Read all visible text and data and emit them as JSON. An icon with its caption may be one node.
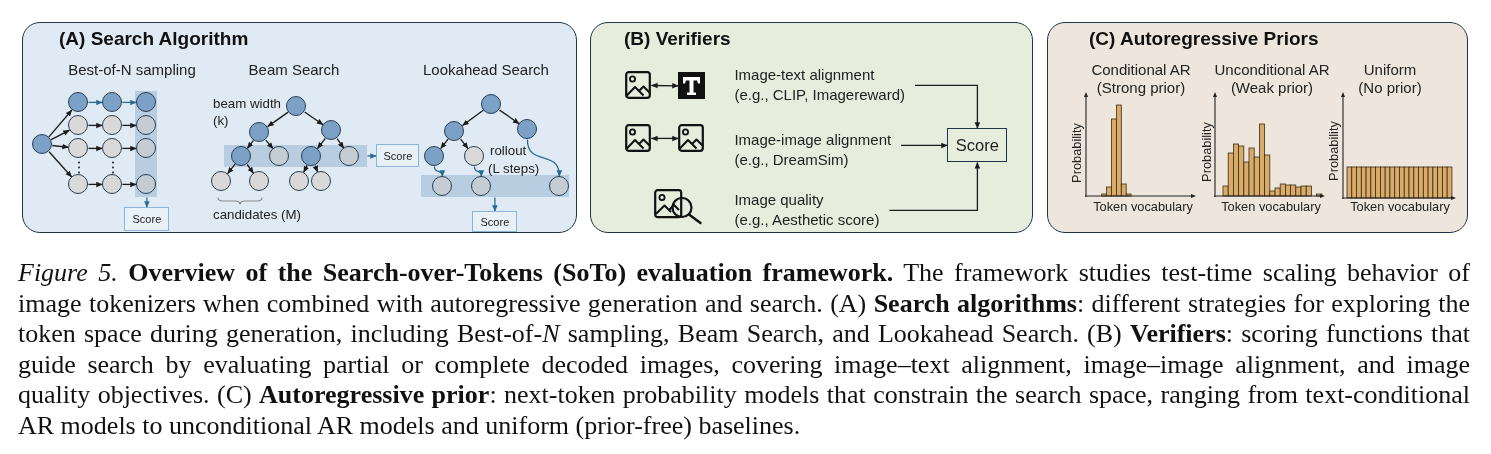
{
  "diagram": {
    "caption": "*Figure 5.* **Overview of the Search-over-Tokens (SoTo) evaluation framework.** The framework studies test-time scaling behavior of image tokenizers when combined with autoregressive generation and search. (A) **Search algorithms**: different strategies for exploring the token space during generation, including Best-of-*N* sampling, Beam Search, and Lookahead Search. (B) **Verifiers**: scoring functions that guide search by evaluating partial or complete decoded images, covering image–text alignment, image–image alignment, and image quality objectives. (C) **Autoregressive prior**: next-token probability models that constrain the search space, ranging from text-conditional AR models to unconditional AR models and uniform (prior-free) baselines.",
    "nodes": [
      {
        "text": [
          "(A) Search Algorithm"
        ]
      },
      {
        "text": [],
        "shape": "circle",
        "in": 0
      },
      {
        "text": [],
        "shape": "circle",
        "in": 0
      },
      {
        "text": [],
        "shape": "circle",
        "in": 0
      },
      {
        "text": [],
        "shape": "circle",
        "in": 0
      },
      {
        "text": [],
        "shape": "circle",
        "in": 0
      },
      {
        "text": [],
        "shape": "circle",
        "in": 0
      },
      {
        "text": [],
        "shape": "circle",
        "in": 0
      },
      {
        "text": [],
        "shape": "circle",
        "in": 0
      },
      {
        "text": [],
        "shape": "circle",
        "in": 0
      },
      {
        "text": [],
        "shape": "bar",
        "in": 0
      },
      {
        "text": [],
        "shape": "circle",
        "in": 10
      },
      {
        "text": [],
        "shape": "circle",
        "in": 10
      },
      {
        "text": [],
        "shape": "circle",
        "in": 10
      },
      {
        "text": [],
        "shape": "circle",
        "in": 10
      },
      {
        "text": [
          "Score"
        ],
        "in": 0
      },
      {
        "text": [],
        "shape": "circle",
        "in": 0
      },
      {
        "text": [],
        "shape": "circle",
        "in": 0
      },
      {
        "text": [],
        "shape": "circle",
        "in": 0
      },
      {
        "text": [],
        "shape": "bar",
        "in": 0
      },
      {
        "text": [],
        "shape": "circle",
        "in": 19
      },
      {
        "text": [],
        "shape": "circle",
        "in": 19
      },
      {
        "text": [],
        "shape": "circle",
        "in": 19
      },
      {
        "text": [],
        "shape": "circle",
        "in": 19
      },
      {
        "text": [],
        "shape": "circle",
        "in": 0
      },
      {
        "text": [],
        "shape": "circle",
        "in": 0
      },
      {
        "text": [],
        "shape": "circle",
        "in": 0
      },
      {
        "text": [],
        "shape": "circle",
        "in": 0
      },
      {
        "text": [
          "Score"
        ],
        "in": 0
      },
      {
        "text": [],
        "shape": "circle",
        "in": 0
      },
      {
        "text": [],
        "shape": "circle",
        "in": 0
      },
      {
        "text": [],
        "shape": "circle",
        "in": 0
      },
      {
        "text": [],
        "shape": "circle",
        "in": 0
      },
      {
        "text": [],
        "shape": "circle",
        "in": 0
      },
      {
        "text": [],
        "shape": "bar",
        "in": 0
      },
      {
        "text": [],
        "shape": "circle",
        "in": 34
      },
      {
        "text": [],
        "shape": "circle",
        "in": 34
      },
      {
        "text": [],
        "shape": "circle",
        "in": 34
      },
      {
        "text": [
          "Score"
        ],
        "in": 0
      },
      {
        "text": [
          "(B) Verifiers"
        ]
      },
      {
        "text": [],
        "shape": "picture",
        "in": 39
      },
      {
        "text": [],
        "shape": "picture",
        "in": 39
      },
      {
        "text": [
          "Image-text alignment",
          "(e.g., CLIP, Imagereward)"
        ],
        "in": 39
      },
      {
        "text": [],
        "shape": "picture",
        "in": 39
      },
      {
        "text": [],
        "shape": "picture",
        "in": 39
      },
      {
        "text": [
          "Image-image alignment",
          "(e.g., DreamSim)"
        ],
        "in": 39
      },
      {
        "text": [
          "Image quality",
          "(e.g., Aesthetic score)"
        ],
        "in": 39
      },
      {
        "text": [
          "Score"
        ],
        "in": 39
      },
      {
        "text": [
          "(C) Autoregressive Priors"
        ]
      }
    ],
    "edges": [
      {
        "from": 1,
        "to": 2,
        "arrow": "to"
      },
      {
        "from": 1,
        "to": 3,
        "arrow": "to"
      },
      {
        "from": 1,
        "to": 4,
        "arrow": "to"
      },
      {
        "from": 1,
        "to": 5,
        "arrow": "to"
      },
      {
        "from": 2,
        "to": 6,
        "arrow": "to",
        "color": "#2a6b96"
      },
      {
        "from": 6,
        "to": 11,
        "arrow": "to",
        "color": "#2a6b96"
      },
      {
        "from": 3,
        "to": 7,
        "arrow": "to"
      },
      {
        "from": 7,
        "to": 12,
        "arrow": "to"
      },
      {
        "from": 4,
        "to": 8,
        "arrow": "to"
      },
      {
        "from": 8,
        "to": 13,
        "arrow": "to"
      },
      {
        "from": 5,
        "to": 9,
        "arrow": "to"
      },
      {
        "from": 9,
        "to": 14,
        "arrow": "to"
      },
      {
        "from": 10,
        "to": 15,
        "arrow": "to",
        "color": "#2a6b96"
      },
      {
        "from": 16,
        "to": 17,
        "arrow": "to"
      },
      {
        "from": 16,
        "to": 18,
        "arrow": "to"
      },
      {
        "from": 17,
        "to": 20,
        "arrow": "to"
      },
      {
        "from": 17,
        "to": 21,
        "arrow": "to"
      },
      {
        "from": 18,
        "to": 22,
        "arrow": "to"
      },
      {
        "from": 18,
        "to": 23,
        "arrow": "to"
      },
      {
        "from": 20,
        "to": 24,
        "arrow": "to"
      },
      {
        "from": 20,
        "to": 25,
        "arrow": "to"
      },
      {
        "from": 22,
        "to": 26,
        "arrow": "to"
      },
      {
        "from": 22,
        "to": 27,
        "arrow": "to"
      },
      {
        "from": 19,
        "to": 28,
        "arrow": "to",
        "color": "#2a6b96"
      },
      {
        "from": 29,
        "to": 30,
        "arrow": "to"
      },
      {
        "from": 29,
        "to": 31,
        "arrow": "to"
      },
      {
        "from": 30,
        "to": 32,
        "arrow": "to"
      },
      {
        "from": 30,
        "to": 33,
        "arrow": "to"
      },
      {
        "from": 32,
        "to": 35,
        "arrow": "to",
        "color": "#2a6b96"
      },
      {
        "from": 33,
        "to": 36,
        "arrow": "to",
        "color": "#2a6b96"
      },
      {
        "from": 31,
        "to": 37,
        "arrow": "to",
        "color": "#2a6b96"
      },
      {
        "from": 34,
        "to": 38,
        "arrow": "to",
        "color": "#2a6b96"
      },
      {
        "from": 40,
        "to": 41,
        "arrow": "both"
      },
      {
        "from": 43,
        "to": 44,
        "arrow": "both"
      },
      {
        "from": 42,
        "to": 47,
        "arrow": "to"
      },
      {
        "from": 45,
        "to": 47,
        "arrow": "to"
      },
      {
        "from": 46,
        "to": 47,
        "arrow": "to"
      }
    ],
    "labels": [
      "Best-of-N sampling",
      "Beam Search",
      "Lookahead Search",
      "beam width (k)",
      "rollout (L steps)",
      "candidates (M)",
      "Conditional AR (Strong prior)",
      "Unconditional AR (Weak prior)",
      "Uniform (No prior)",
      "Probability",
      "Token vocabulary",
      "Probability",
      "Token vocabulary",
      "Probability",
      "Token vocabulary"
    ]
  }
}
